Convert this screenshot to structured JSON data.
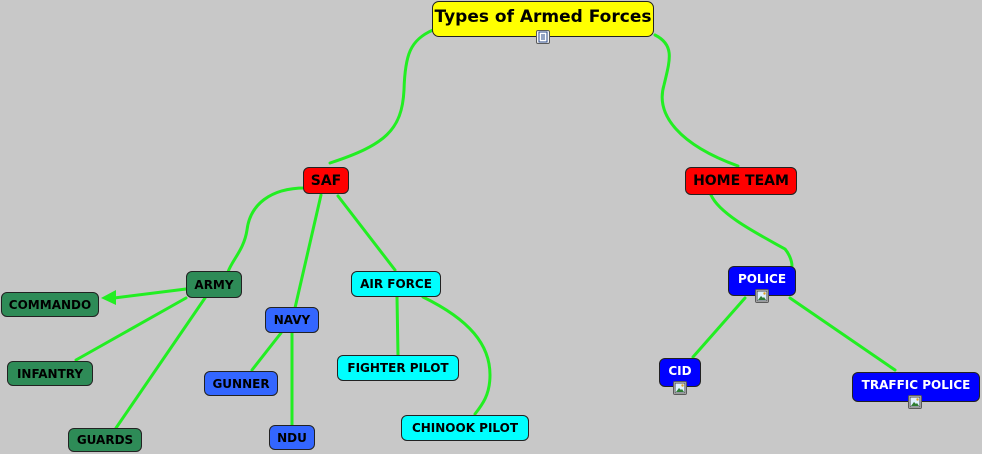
{
  "title": "Types of Armed Forces",
  "nodes": {
    "saf": "SAF",
    "home_team": "HOME TEAM",
    "army": "ARMY",
    "commando": "COMMANDO",
    "infantry": "INFANTRY",
    "guards": "GUARDS",
    "navy": "NAVY",
    "gunner": "GUNNER",
    "ndu": "NDU",
    "air_force": "AIR FORCE",
    "fighter_pilot": "FIGHTER PILOT",
    "chinook_pilot": "CHINOOK PILOT",
    "police": "POLICE",
    "cid": "CID",
    "traffic_police": "TRAFFIC POLICE"
  },
  "colors": {
    "background": "#c8c8c8",
    "connector": "#22ee22",
    "root": "#ffff00",
    "top_level": "#ff0000",
    "army_group": "#2e8b57",
    "navy_group": "#3366ff",
    "air_force_group": "#00ffff",
    "police_group": "#0000ff"
  },
  "icons": {
    "root_resource": "document-icon",
    "police_resource": "image-icon",
    "cid_resource": "image-icon",
    "traffic_police_resource": "image-icon"
  }
}
